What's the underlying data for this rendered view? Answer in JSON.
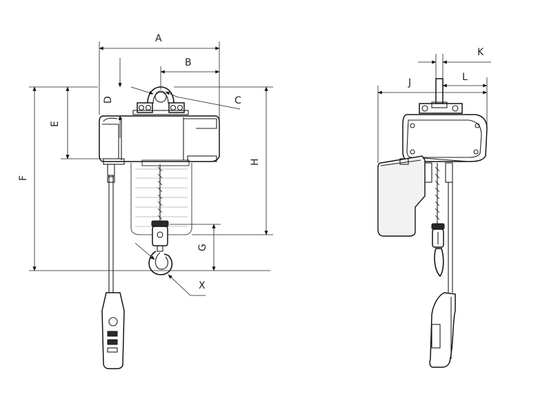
{
  "dimension_labels": {
    "A": "A",
    "B": "B",
    "C": "C",
    "D": "D",
    "E": "E",
    "F": "F",
    "G": "G",
    "H": "H",
    "X": "X",
    "J": "J",
    "K": "K",
    "L": "L"
  },
  "colors": {
    "line": "#1a1a1a",
    "background": "#ffffff"
  }
}
